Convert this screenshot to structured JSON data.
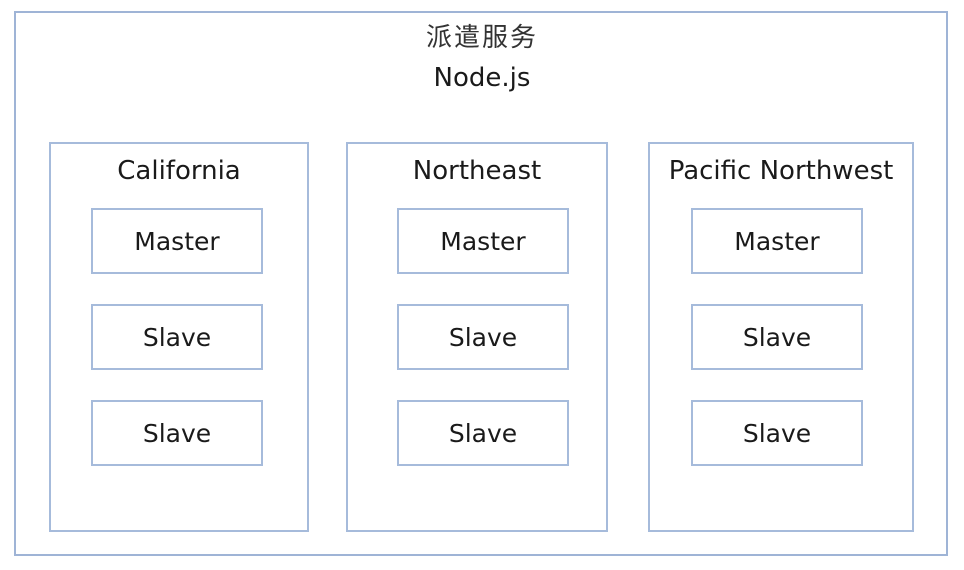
{
  "service": {
    "title_cn": "派遣服务",
    "title_en": "Node.js"
  },
  "regions": [
    {
      "name": "California",
      "nodes": [
        "Master",
        "Slave",
        "Slave"
      ]
    },
    {
      "name": "Northeast",
      "nodes": [
        "Master",
        "Slave",
        "Slave"
      ]
    },
    {
      "name": "Pacific Northwest",
      "nodes": [
        "Master",
        "Slave",
        "Slave"
      ]
    }
  ],
  "colors": {
    "border": "#a6bbdb",
    "text": "#1a1a1a"
  }
}
